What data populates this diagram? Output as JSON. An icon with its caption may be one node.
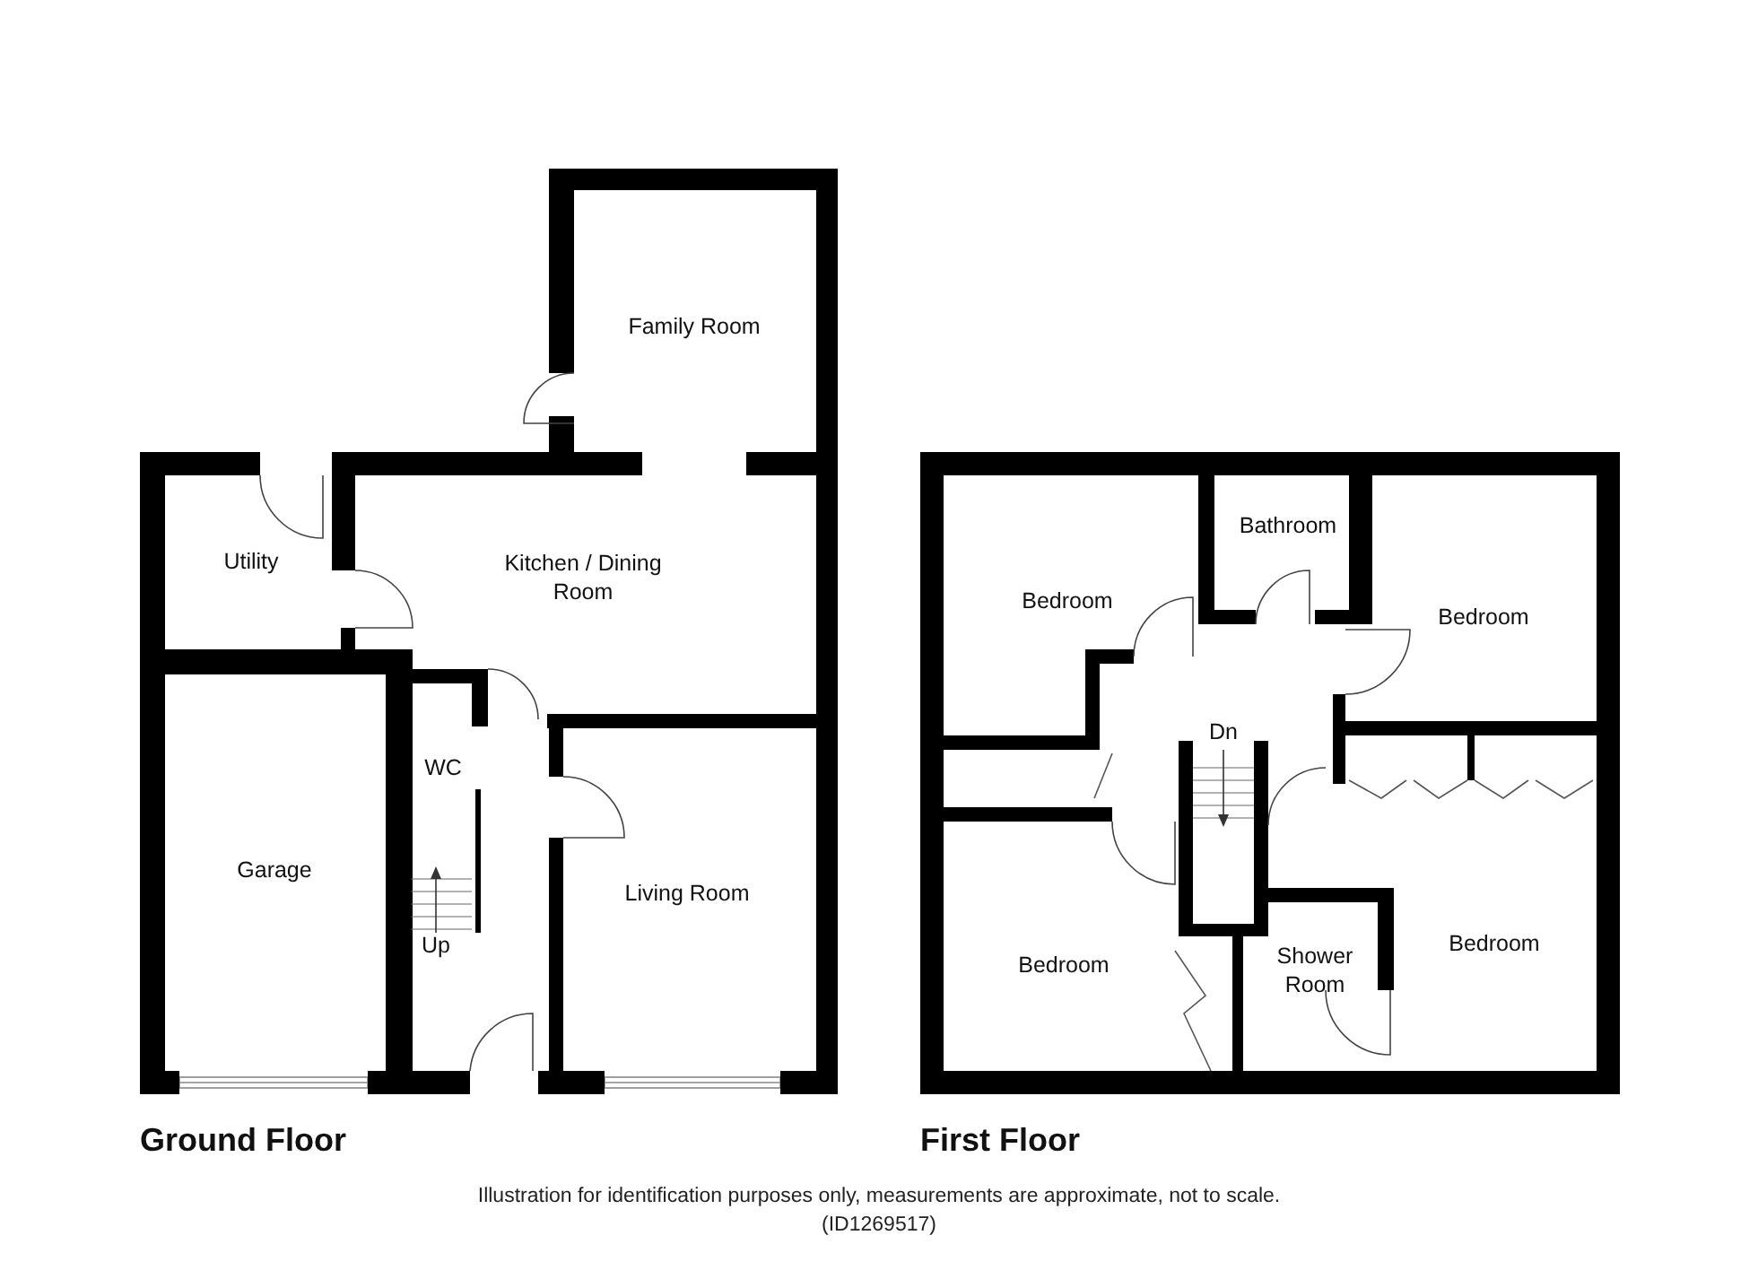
{
  "diagram": {
    "caption": "Illustration for identification purposes only, measurements are approximate, not to scale. (ID1269517)",
    "labels": [
      "Family Room",
      "Utility",
      "Kitchen / Dining Room",
      "WC",
      "Garage",
      "Living Room",
      "Up",
      "Ground Floor",
      "Bathroom",
      "Bedroom",
      "Bedroom",
      "Dn",
      "Bedroom",
      "Shower Room",
      "Bedroom",
      "First Floor"
    ]
  }
}
